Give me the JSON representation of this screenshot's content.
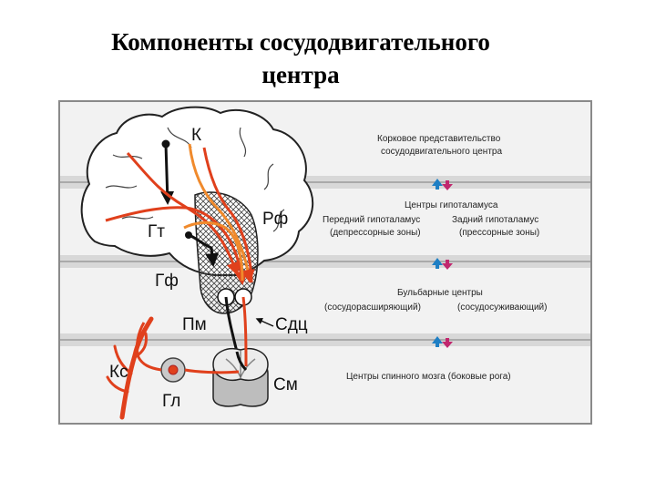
{
  "title": {
    "line1": "Компоненты сосудодвигательного",
    "line2": "центра"
  },
  "panels": {
    "cortex": {
      "line1": "Корковое представительство",
      "line2": "сосудодвигательного центра"
    },
    "hypothalamus": {
      "title": "Центры гипоталамуса",
      "left_line1": "Передний гипоталамус",
      "left_line2": "(депрессорные зоны)",
      "right_line1": "Задний гипоталамус",
      "right_line2": "(прессорные зоны)"
    },
    "bulbar": {
      "title": "Бульбарные центры",
      "left": "(сосудорасширяющий)",
      "right": "(сосудосуживающий)"
    },
    "spinal": {
      "text": "Центры спинного мозга (боковые рога)"
    }
  },
  "labels": {
    "k": "К",
    "gt": "Гт",
    "rf": "Рф",
    "gf": "Гф",
    "pm": "Пм",
    "sdc": "Сдц",
    "ks": "Кс",
    "sm": "См",
    "gl": "Гл"
  },
  "colors": {
    "red_path": "#e0401c",
    "orange_path": "#f08a2c",
    "black_path": "#111111",
    "band_fill": "#e9e9e9",
    "arrow_blue": "#1f7fc4",
    "arrow_magenta": "#c1276e"
  },
  "icons": [
    "brain-outline",
    "spinal-cord-section",
    "ganglion",
    "blood-vessel",
    "up-arrow",
    "down-arrow"
  ]
}
